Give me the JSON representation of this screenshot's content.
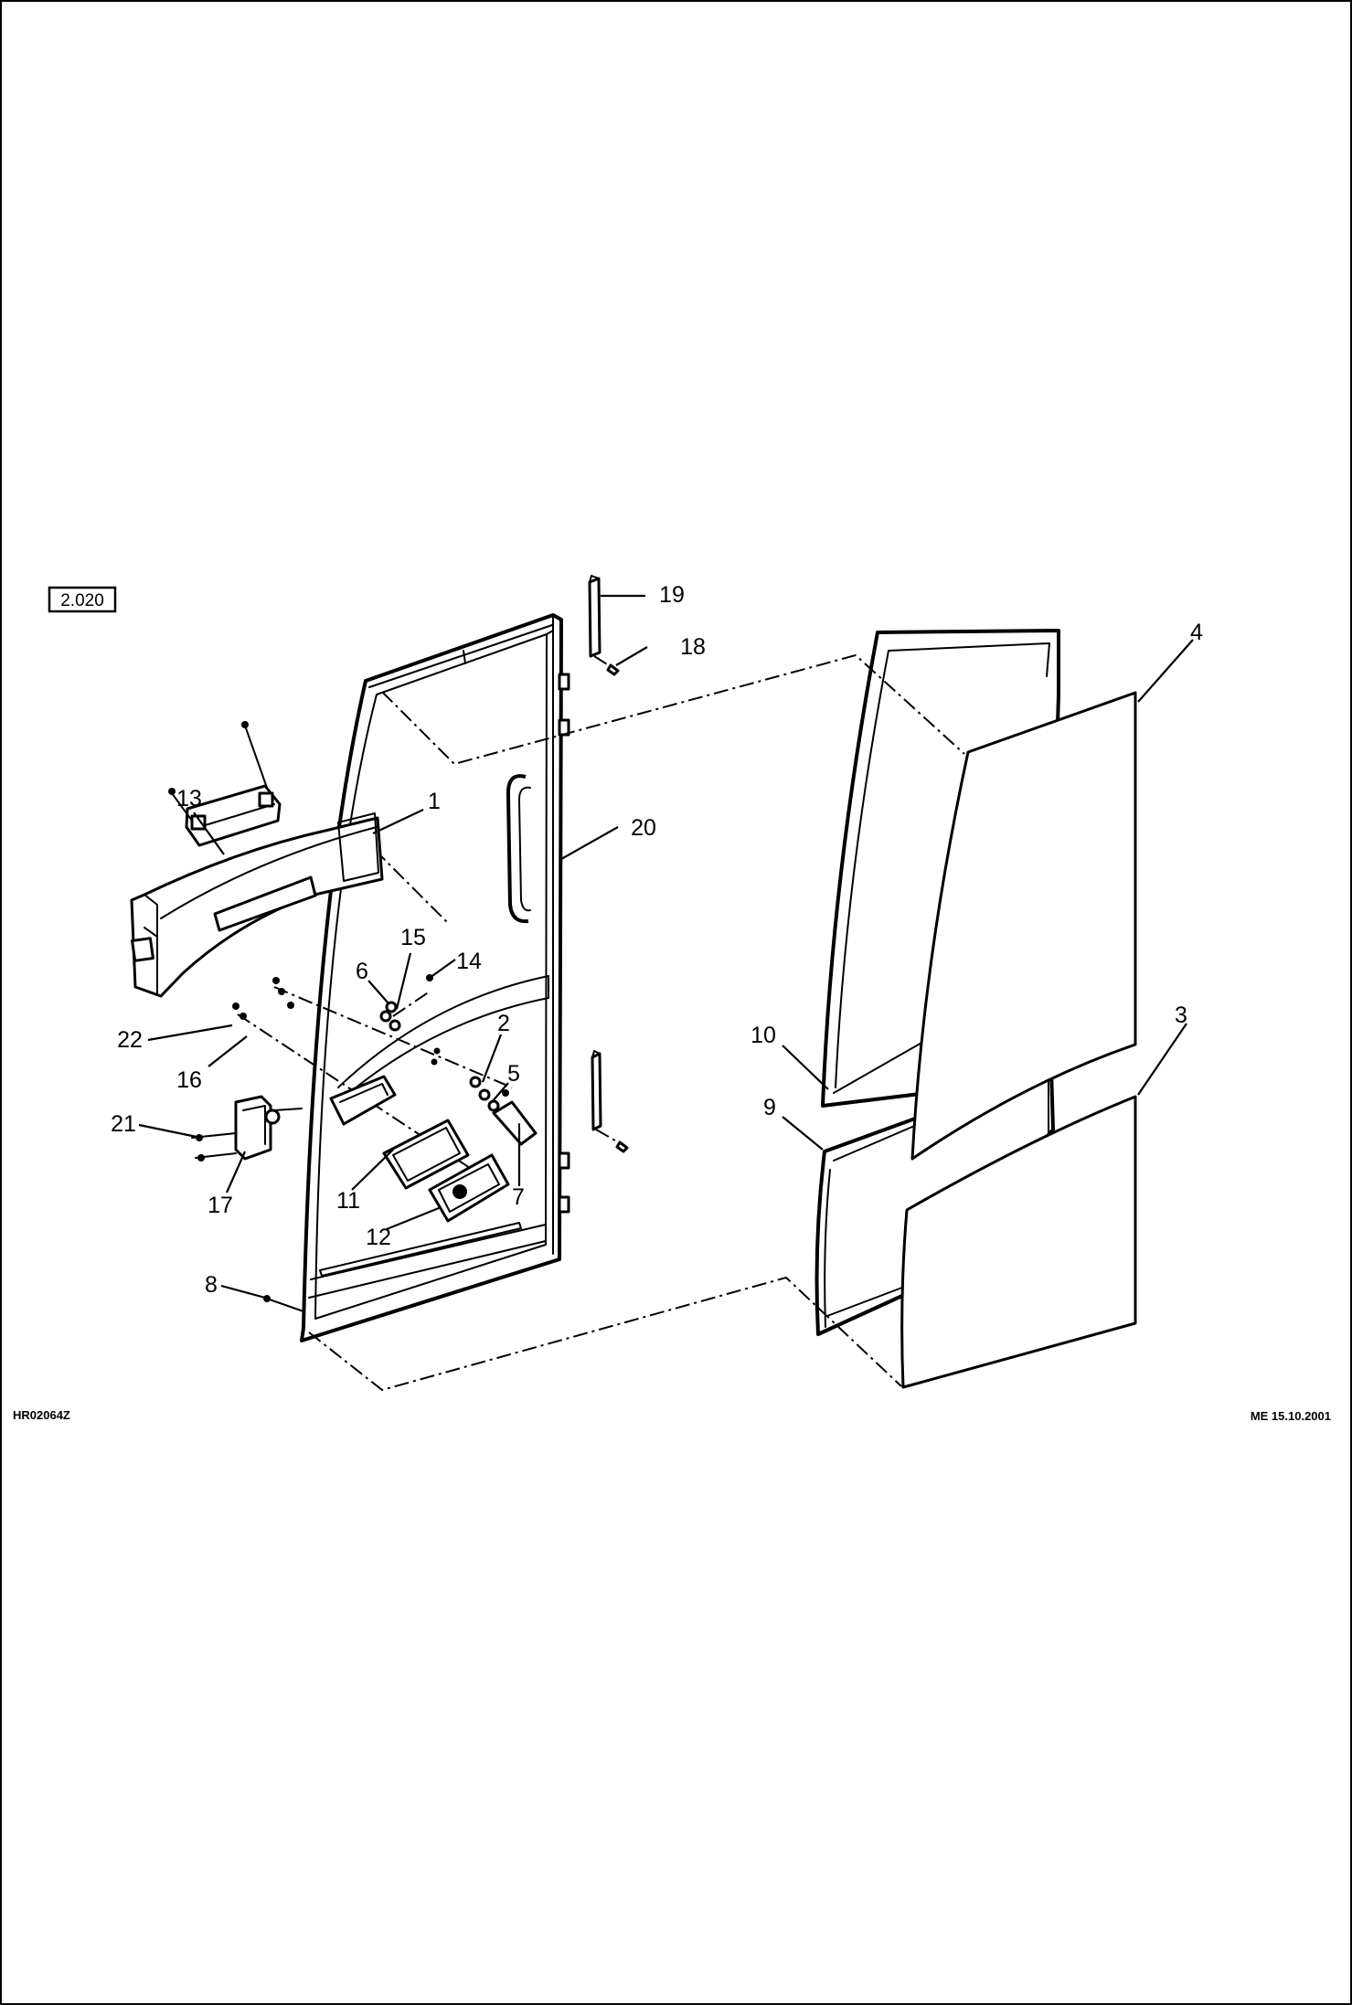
{
  "drawing": {
    "section_badge": "2.020",
    "drawing_number": "HR02064Z",
    "revision_stamp": "ME 15.10.2001",
    "callouts": [
      {
        "id": "1",
        "text": "1"
      },
      {
        "id": "2",
        "text": "2"
      },
      {
        "id": "3",
        "text": "3"
      },
      {
        "id": "4",
        "text": "4"
      },
      {
        "id": "5",
        "text": "5"
      },
      {
        "id": "6",
        "text": "6"
      },
      {
        "id": "7",
        "text": "7"
      },
      {
        "id": "8",
        "text": "8"
      },
      {
        "id": "9",
        "text": "9"
      },
      {
        "id": "10",
        "text": "10"
      },
      {
        "id": "11",
        "text": "11"
      },
      {
        "id": "12",
        "text": "12"
      },
      {
        "id": "13",
        "text": "13"
      },
      {
        "id": "14",
        "text": "14"
      },
      {
        "id": "15",
        "text": "15"
      },
      {
        "id": "16",
        "text": "16"
      },
      {
        "id": "17",
        "text": "17"
      },
      {
        "id": "18",
        "text": "18"
      },
      {
        "id": "19",
        "text": "19"
      },
      {
        "id": "20",
        "text": "20"
      },
      {
        "id": "21",
        "text": "21"
      },
      {
        "id": "22",
        "text": "22"
      }
    ]
  }
}
